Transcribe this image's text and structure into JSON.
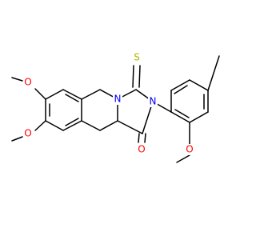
{
  "atom_labels": {
    "o_methoxy_upper": "O",
    "o_methoxy_lower": "O",
    "o_methoxy_right": "O",
    "o_carbonyl": "O",
    "n_ring_a": "N",
    "n_ring_b": "N",
    "s_thione": "S"
  },
  "colors": {
    "bond": "#000000",
    "oxygen": "#ff0000",
    "nitrogen": "#0000ff",
    "sulfur": "#b2b200"
  }
}
